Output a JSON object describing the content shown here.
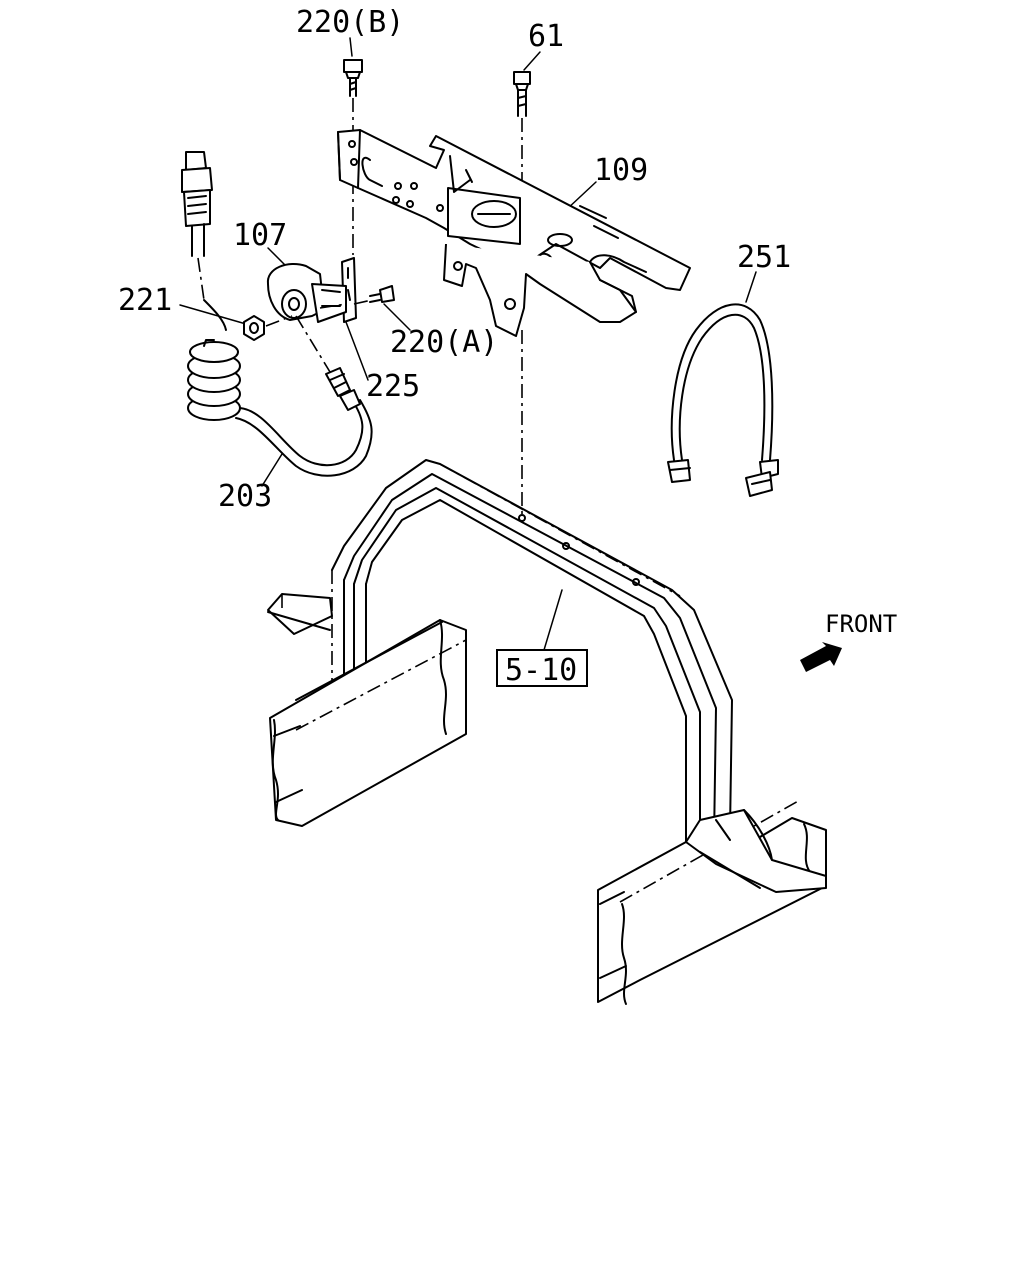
{
  "labels": {
    "p220b": "220(B)",
    "p61": "61",
    "p109": "109",
    "p107": "107",
    "p251": "251",
    "p221": "221",
    "p220a": "220(A)",
    "p225": "225",
    "p203": "203",
    "p510": "5-10",
    "front": "FRONT"
  }
}
